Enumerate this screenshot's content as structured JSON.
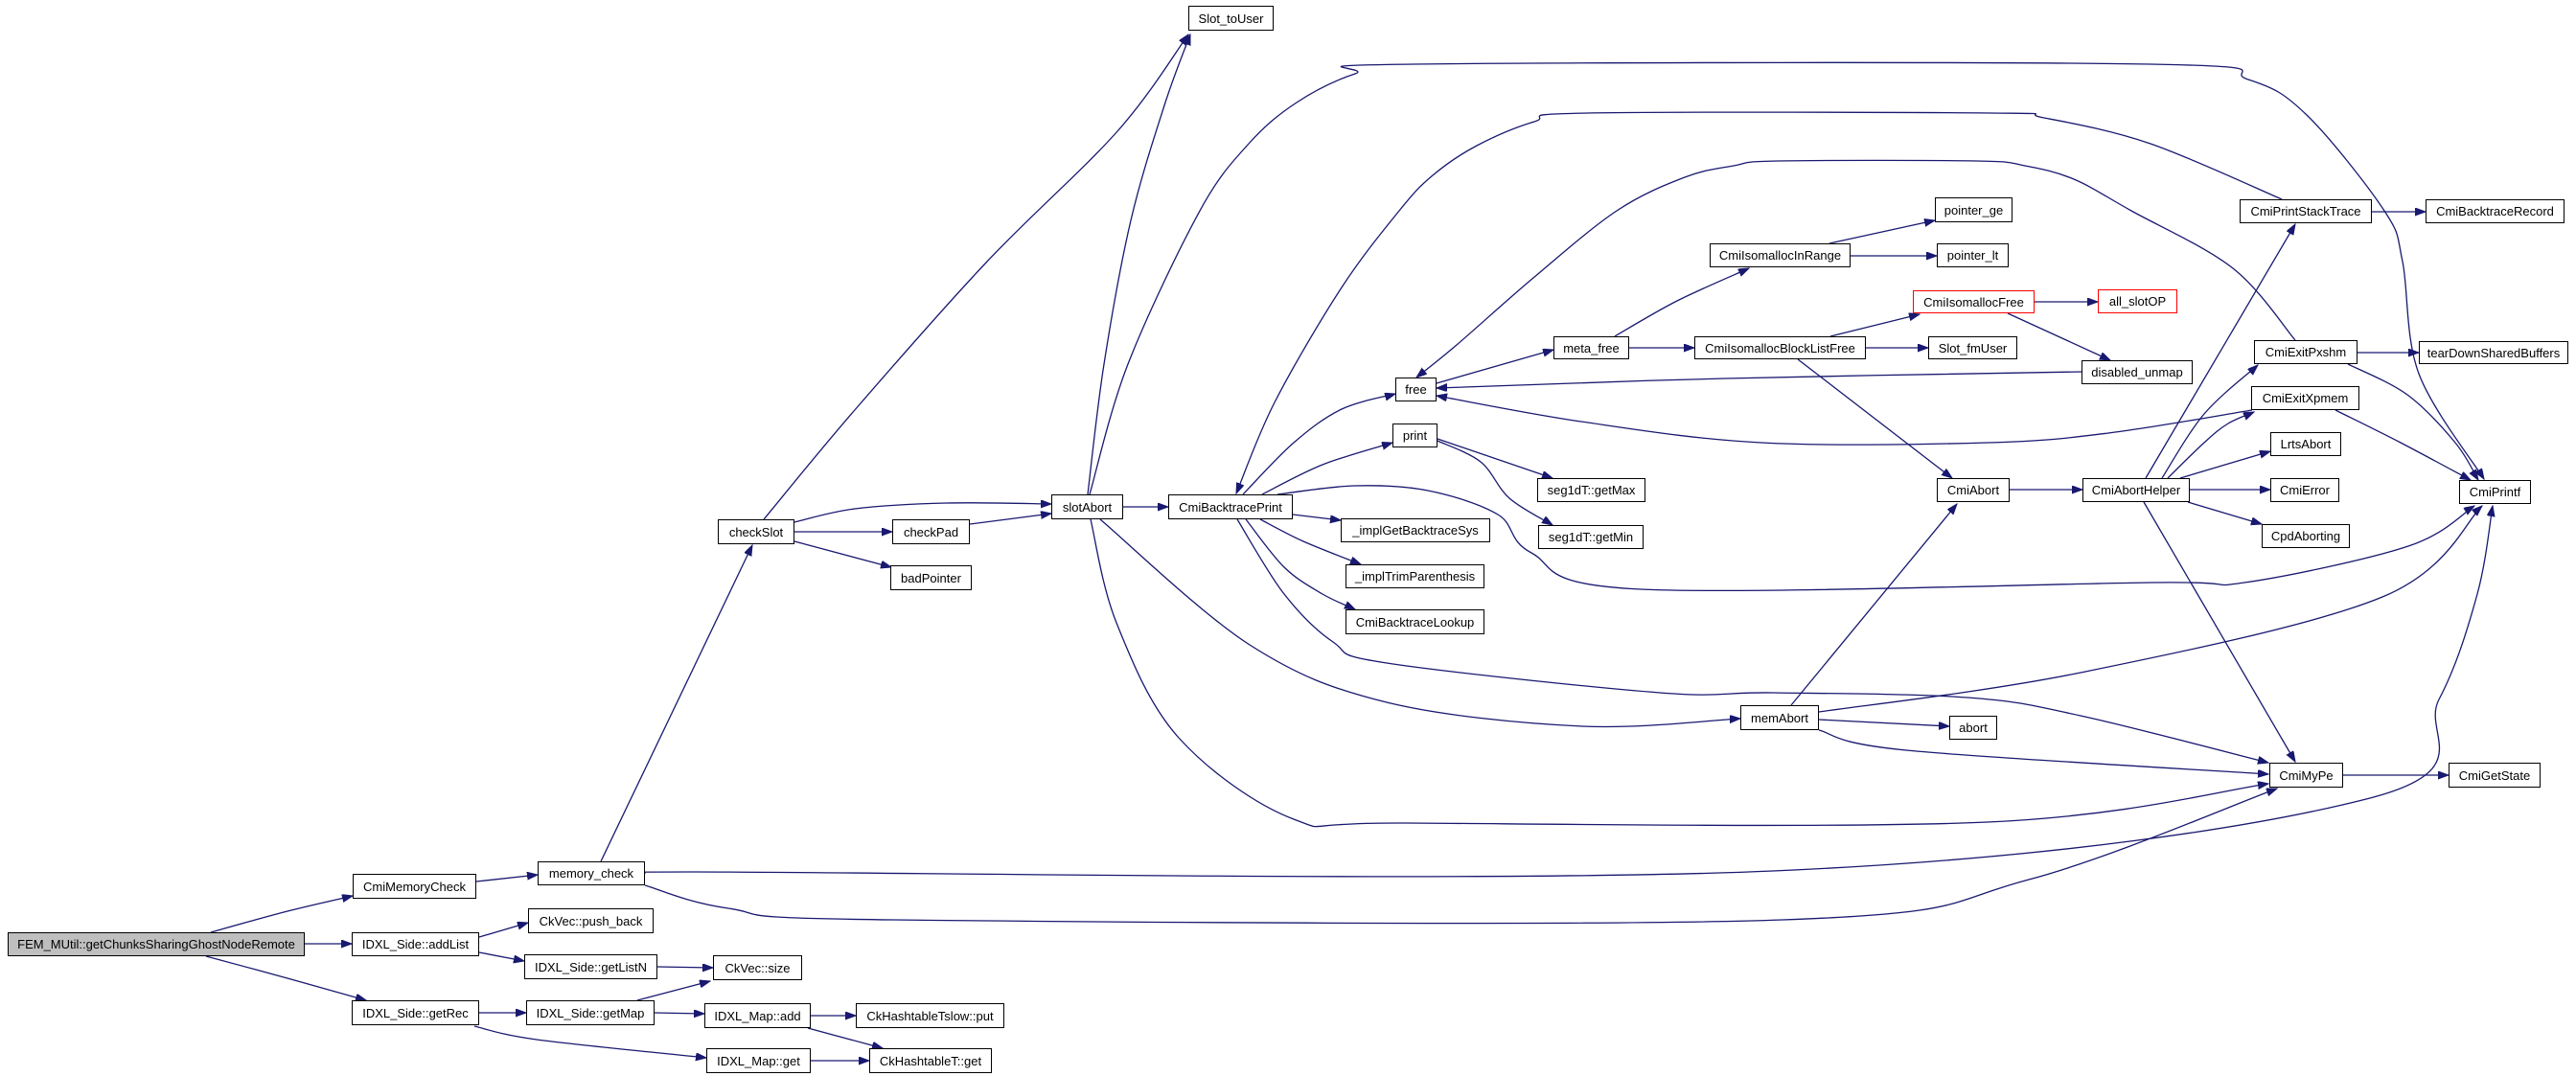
{
  "diagram": {
    "type": "call-graph",
    "root": "FEM_MUtil::getChunksSharingGhostNodeRemote",
    "nodes": [
      {
        "id": "fem_root",
        "label": "FEM_MUtil::getChunksSharingGhostNodeRemote",
        "kind": "root"
      },
      {
        "id": "cmi_memory_check",
        "label": "CmiMemoryCheck",
        "kind": "normal"
      },
      {
        "id": "memory_check",
        "label": "memory_check",
        "kind": "normal"
      },
      {
        "id": "ckvec_push_back",
        "label": "CkVec::push_back",
        "kind": "normal"
      },
      {
        "id": "idxl_side_addlist",
        "label": "IDXL_Side::addList",
        "kind": "normal"
      },
      {
        "id": "idxl_side_getlistn",
        "label": "IDXL_Side::getListN",
        "kind": "normal"
      },
      {
        "id": "idxl_side_getrec",
        "label": "IDXL_Side::getRec",
        "kind": "normal"
      },
      {
        "id": "idxl_side_getmap",
        "label": "IDXL_Side::getMap",
        "kind": "normal"
      },
      {
        "id": "ckvec_size",
        "label": "CkVec::size",
        "kind": "normal"
      },
      {
        "id": "idxl_map_add",
        "label": "IDXL_Map::add",
        "kind": "normal"
      },
      {
        "id": "ckhashtabletslow_put",
        "label": "CkHashtableTslow::put",
        "kind": "normal"
      },
      {
        "id": "idxl_map_get",
        "label": "IDXL_Map::get",
        "kind": "normal"
      },
      {
        "id": "ckhashtablet_get",
        "label": "CkHashtableT::get",
        "kind": "normal"
      },
      {
        "id": "checkslot",
        "label": "checkSlot",
        "kind": "normal"
      },
      {
        "id": "checkpad",
        "label": "checkPad",
        "kind": "normal"
      },
      {
        "id": "badpointer",
        "label": "badPointer",
        "kind": "normal"
      },
      {
        "id": "slotabort",
        "label": "slotAbort",
        "kind": "normal"
      },
      {
        "id": "slot_touser",
        "label": "Slot_toUser",
        "kind": "normal"
      },
      {
        "id": "cmi_backtrace_print",
        "label": "CmiBacktracePrint",
        "kind": "normal"
      },
      {
        "id": "impl_get_backtrace_sys",
        "label": "_implGetBacktraceSys",
        "kind": "normal"
      },
      {
        "id": "impl_trim_parenthesis",
        "label": "_implTrimParenthesis",
        "kind": "normal"
      },
      {
        "id": "cmi_backtrace_lookup",
        "label": "CmiBacktraceLookup",
        "kind": "normal"
      },
      {
        "id": "free",
        "label": "free",
        "kind": "normal"
      },
      {
        "id": "print",
        "label": "print",
        "kind": "normal"
      },
      {
        "id": "seg1dt_getmax",
        "label": "seg1dT::getMax",
        "kind": "normal"
      },
      {
        "id": "seg1dt_getmin",
        "label": "seg1dT::getMin",
        "kind": "normal"
      },
      {
        "id": "meta_free",
        "label": "meta_free",
        "kind": "normal"
      },
      {
        "id": "cmi_isomalloc_in_range",
        "label": "CmiIsomallocInRange",
        "kind": "normal"
      },
      {
        "id": "pointer_ge",
        "label": "pointer_ge",
        "kind": "normal"
      },
      {
        "id": "pointer_lt",
        "label": "pointer_lt",
        "kind": "normal"
      },
      {
        "id": "cmi_isomalloc_free",
        "label": "CmiIsomallocFree",
        "kind": "truncated"
      },
      {
        "id": "cmi_isomalloc_block_list_free",
        "label": "CmiIsomallocBlockListFree",
        "kind": "normal"
      },
      {
        "id": "slot_fmuser",
        "label": "Slot_fmUser",
        "kind": "normal"
      },
      {
        "id": "all_slotop",
        "label": "all_slotOP",
        "kind": "truncated"
      },
      {
        "id": "disabled_unmap",
        "label": "disabled_unmap",
        "kind": "normal"
      },
      {
        "id": "cmi_print_stack_trace",
        "label": "CmiPrintStackTrace",
        "kind": "normal"
      },
      {
        "id": "cmi_backtrace_record",
        "label": "CmiBacktraceRecord",
        "kind": "normal"
      },
      {
        "id": "cmi_exit_pxshm",
        "label": "CmiExitPxshm",
        "kind": "normal"
      },
      {
        "id": "teardown_shared_buffers",
        "label": "tearDownSharedBuffers",
        "kind": "normal"
      },
      {
        "id": "cmi_exit_xpmem",
        "label": "CmiExitXpmem",
        "kind": "normal"
      },
      {
        "id": "lrts_abort",
        "label": "LrtsAbort",
        "kind": "normal"
      },
      {
        "id": "cmi_abort",
        "label": "CmiAbort",
        "kind": "normal"
      },
      {
        "id": "cmi_abort_helper",
        "label": "CmiAbortHelper",
        "kind": "normal"
      },
      {
        "id": "cmi_error",
        "label": "CmiError",
        "kind": "normal"
      },
      {
        "id": "cpd_aborting",
        "label": "CpdAborting",
        "kind": "normal"
      },
      {
        "id": "cmi_printf",
        "label": "CmiPrintf",
        "kind": "normal"
      },
      {
        "id": "mem_abort",
        "label": "memAbort",
        "kind": "normal"
      },
      {
        "id": "abort",
        "label": "abort",
        "kind": "normal"
      },
      {
        "id": "cmi_mype",
        "label": "CmiMyPe",
        "kind": "normal"
      },
      {
        "id": "cmi_getstate",
        "label": "CmiGetState",
        "kind": "normal"
      }
    ],
    "edges": [
      {
        "from": "fem_root",
        "to": "cmi_memory_check"
      },
      {
        "from": "fem_root",
        "to": "idxl_side_addlist"
      },
      {
        "from": "fem_root",
        "to": "idxl_side_getrec"
      },
      {
        "from": "cmi_memory_check",
        "to": "memory_check"
      },
      {
        "from": "memory_check",
        "to": "checkslot"
      },
      {
        "from": "memory_check",
        "to": "cmi_printf"
      },
      {
        "from": "memory_check",
        "to": "cmi_mype"
      },
      {
        "from": "idxl_side_addlist",
        "to": "ckvec_push_back"
      },
      {
        "from": "idxl_side_addlist",
        "to": "idxl_side_getlistn"
      },
      {
        "from": "idxl_side_getlistn",
        "to": "ckvec_size"
      },
      {
        "from": "idxl_side_getrec",
        "to": "idxl_side_getmap"
      },
      {
        "from": "idxl_side_getrec",
        "to": "idxl_map_get"
      },
      {
        "from": "idxl_side_getmap",
        "to": "ckvec_size"
      },
      {
        "from": "idxl_side_getmap",
        "to": "idxl_map_add"
      },
      {
        "from": "idxl_map_add",
        "to": "ckhashtabletslow_put"
      },
      {
        "from": "idxl_map_add",
        "to": "ckhashtablet_get"
      },
      {
        "from": "idxl_map_get",
        "to": "ckhashtablet_get"
      },
      {
        "from": "checkslot",
        "to": "slot_touser"
      },
      {
        "from": "checkslot",
        "to": "slotabort"
      },
      {
        "from": "checkslot",
        "to": "checkpad"
      },
      {
        "from": "checkslot",
        "to": "badpointer"
      },
      {
        "from": "checkpad",
        "to": "slotabort"
      },
      {
        "from": "slotabort",
        "to": "slot_touser"
      },
      {
        "from": "slotabort",
        "to": "cmi_backtrace_print"
      },
      {
        "from": "slotabort",
        "to": "cmi_printf"
      },
      {
        "from": "slotabort",
        "to": "mem_abort"
      },
      {
        "from": "slotabort",
        "to": "cmi_mype"
      },
      {
        "from": "cmi_backtrace_print",
        "to": "free"
      },
      {
        "from": "cmi_backtrace_print",
        "to": "print"
      },
      {
        "from": "cmi_backtrace_print",
        "to": "impl_get_backtrace_sys"
      },
      {
        "from": "cmi_backtrace_print",
        "to": "impl_trim_parenthesis"
      },
      {
        "from": "cmi_backtrace_print",
        "to": "cmi_backtrace_lookup"
      },
      {
        "from": "cmi_backtrace_print",
        "to": "cmi_printf"
      },
      {
        "from": "cmi_backtrace_print",
        "to": "cmi_mype"
      },
      {
        "from": "print",
        "to": "seg1dt_getmax"
      },
      {
        "from": "print",
        "to": "seg1dt_getmin"
      },
      {
        "from": "free",
        "to": "meta_free"
      },
      {
        "from": "meta_free",
        "to": "cmi_isomalloc_in_range"
      },
      {
        "from": "meta_free",
        "to": "cmi_isomalloc_block_list_free"
      },
      {
        "from": "cmi_isomalloc_in_range",
        "to": "pointer_ge"
      },
      {
        "from": "cmi_isomalloc_in_range",
        "to": "pointer_lt"
      },
      {
        "from": "cmi_isomalloc_block_list_free",
        "to": "cmi_isomalloc_free"
      },
      {
        "from": "cmi_isomalloc_block_list_free",
        "to": "slot_fmuser"
      },
      {
        "from": "cmi_isomalloc_block_list_free",
        "to": "cmi_abort"
      },
      {
        "from": "cmi_isomalloc_free",
        "to": "all_slotop"
      },
      {
        "from": "cmi_isomalloc_free",
        "to": "disabled_unmap"
      },
      {
        "from": "disabled_unmap",
        "to": "free"
      },
      {
        "from": "cmi_exit_xpmem",
        "to": "free"
      },
      {
        "from": "cmi_exit_xpmem",
        "to": "cmi_printf"
      },
      {
        "from": "cmi_exit_pxshm",
        "to": "free"
      },
      {
        "from": "cmi_exit_pxshm",
        "to": "teardown_shared_buffers"
      },
      {
        "from": "cmi_exit_pxshm",
        "to": "cmi_printf"
      },
      {
        "from": "cmi_print_stack_trace",
        "to": "cmi_backtrace_record"
      },
      {
        "from": "cmi_print_stack_trace",
        "to": "cmi_backtrace_print"
      },
      {
        "from": "cmi_abort",
        "to": "cmi_abort_helper"
      },
      {
        "from": "cmi_abort_helper",
        "to": "cmi_print_stack_trace"
      },
      {
        "from": "cmi_abort_helper",
        "to": "cmi_exit_pxshm"
      },
      {
        "from": "cmi_abort_helper",
        "to": "cmi_exit_xpmem"
      },
      {
        "from": "cmi_abort_helper",
        "to": "lrts_abort"
      },
      {
        "from": "cmi_abort_helper",
        "to": "cmi_error"
      },
      {
        "from": "cmi_abort_helper",
        "to": "cpd_aborting"
      },
      {
        "from": "cmi_abort_helper",
        "to": "cmi_mype"
      },
      {
        "from": "mem_abort",
        "to": "cmi_abort"
      },
      {
        "from": "mem_abort",
        "to": "abort"
      },
      {
        "from": "mem_abort",
        "to": "cmi_mype"
      },
      {
        "from": "mem_abort",
        "to": "cmi_printf"
      },
      {
        "from": "cmi_mype",
        "to": "cmi_getstate"
      }
    ]
  },
  "colors": {
    "edge": "#191970",
    "root_fill": "#bfbfbf",
    "node_border": "#000000",
    "truncated_border": "#ff0000",
    "background": "#ffffff"
  }
}
